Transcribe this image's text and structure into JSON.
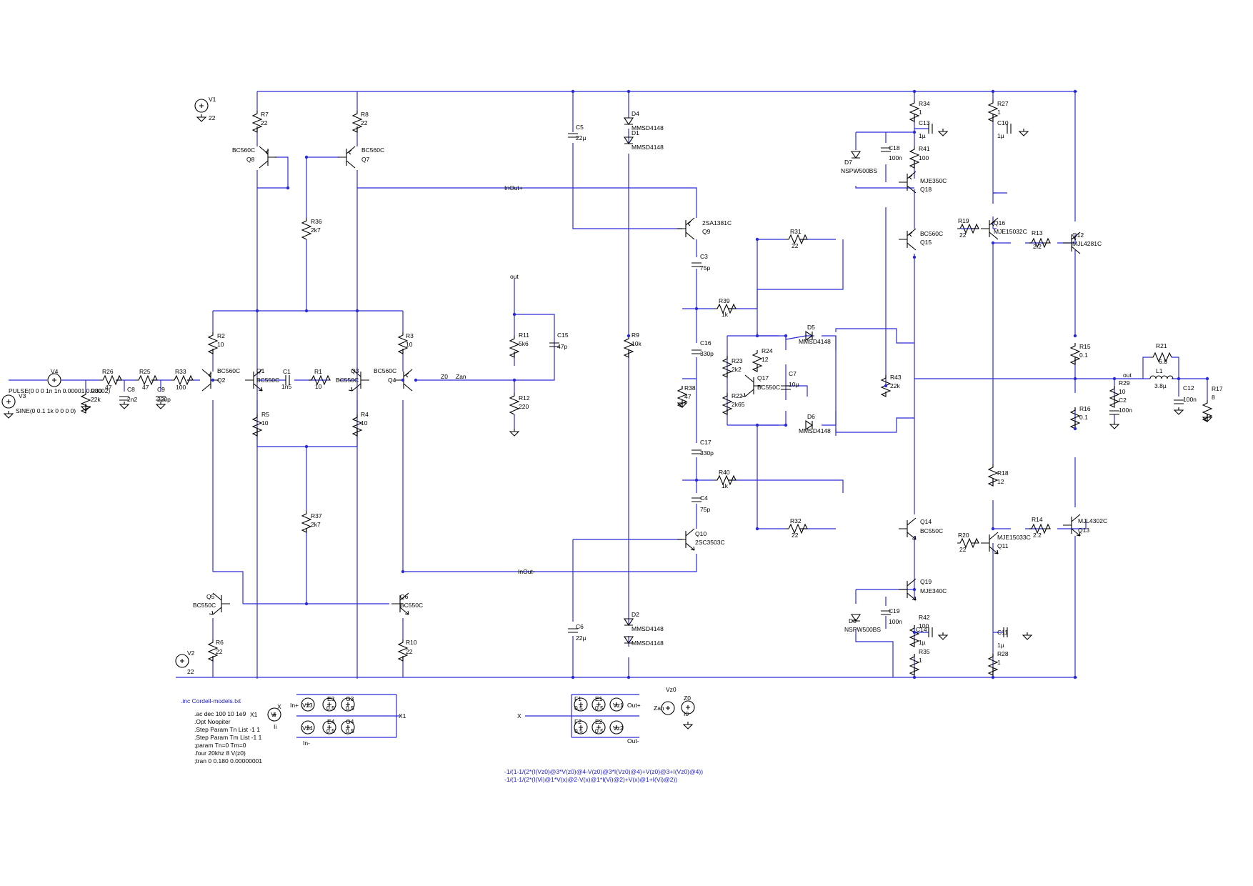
{
  "colors": {
    "wire": "#2b2bd6",
    "component": "#000000",
    "text": "#000000",
    "directive": "#1a1ad0"
  },
  "labels": [
    {
      "id": "V1",
      "t": "V1"
    },
    {
      "id": "V1v",
      "t": "22"
    },
    {
      "id": "V2",
      "t": "V2"
    },
    {
      "id": "V2v",
      "t": "22"
    },
    {
      "id": "V3",
      "t": "V3"
    },
    {
      "id": "V4",
      "t": "V4"
    },
    {
      "id": "pulse",
      "t": "PULSE(0 0 0 1n 1n 0.00001 0.00002)"
    },
    {
      "id": "sine",
      "t": "SINE(0 0.1 1k 0 0 0 0)"
    },
    {
      "id": "R26",
      "t": "R26"
    },
    {
      "id": "R26v",
      "t": "47"
    },
    {
      "id": "R30",
      "t": "R30"
    },
    {
      "id": "R30v",
      "t": "22k"
    },
    {
      "id": "C8",
      "t": "C8"
    },
    {
      "id": "C8v",
      "t": "2n2"
    },
    {
      "id": "R25",
      "t": "R25"
    },
    {
      "id": "R25v",
      "t": "47"
    },
    {
      "id": "C9",
      "t": "C9"
    },
    {
      "id": "C9v",
      "t": "220p"
    },
    {
      "id": "R33",
      "t": "R33"
    },
    {
      "id": "R33v",
      "t": "100"
    },
    {
      "id": "R7",
      "t": "R7"
    },
    {
      "id": "R7v",
      "t": "22"
    },
    {
      "id": "R8",
      "t": "R8"
    },
    {
      "id": "R8v",
      "t": "22"
    },
    {
      "id": "Q8m",
      "t": "BC560C"
    },
    {
      "id": "Q8",
      "t": "Q8"
    },
    {
      "id": "Q7m",
      "t": "BC560C"
    },
    {
      "id": "Q7",
      "t": "Q7"
    },
    {
      "id": "R36",
      "t": "R36"
    },
    {
      "id": "R36v",
      "t": "2k7"
    },
    {
      "id": "R2",
      "t": "R2"
    },
    {
      "id": "R2v",
      "t": "10"
    },
    {
      "id": "R3",
      "t": "R3"
    },
    {
      "id": "R3v",
      "t": "10"
    },
    {
      "id": "Q2m",
      "t": "BC560C"
    },
    {
      "id": "Q2",
      "t": "Q2"
    },
    {
      "id": "Q1",
      "t": "Q1"
    },
    {
      "id": "Q1m",
      "t": "BC550C"
    },
    {
      "id": "C1",
      "t": "C1"
    },
    {
      "id": "C1v",
      "t": "1n5"
    },
    {
      "id": "R1",
      "t": "R1"
    },
    {
      "id": "R1v",
      "t": "10"
    },
    {
      "id": "Q3",
      "t": "Q3"
    },
    {
      "id": "Q3m",
      "t": "BC550C"
    },
    {
      "id": "Q4m",
      "t": "BC560C"
    },
    {
      "id": "Q4",
      "t": "Q4"
    },
    {
      "id": "Z0",
      "t": "Z0"
    },
    {
      "id": "Zan",
      "t": "Zan"
    },
    {
      "id": "R5",
      "t": "R5"
    },
    {
      "id": "R5v",
      "t": "10"
    },
    {
      "id": "R4",
      "t": "R4"
    },
    {
      "id": "R4v",
      "t": "10"
    },
    {
      "id": "R37",
      "t": "R37"
    },
    {
      "id": "R37v",
      "t": "2k7"
    },
    {
      "id": "Q5",
      "t": "Q5"
    },
    {
      "id": "Q5m",
      "t": "BC550C"
    },
    {
      "id": "Q6",
      "t": "Q6"
    },
    {
      "id": "Q6m",
      "t": "BC550C"
    },
    {
      "id": "R6",
      "t": "R6"
    },
    {
      "id": "R6v",
      "t": "22"
    },
    {
      "id": "R10",
      "t": "R10"
    },
    {
      "id": "R10v",
      "t": "22"
    },
    {
      "id": "InOutp",
      "t": "InOut+"
    },
    {
      "id": "InOutm",
      "t": "InOut-"
    },
    {
      "id": "out1",
      "t": "out"
    },
    {
      "id": "R11",
      "t": "R11"
    },
    {
      "id": "R11v",
      "t": "5k6"
    },
    {
      "id": "C15",
      "t": "C15"
    },
    {
      "id": "C15v",
      "t": "47p"
    },
    {
      "id": "R12",
      "t": "R12"
    },
    {
      "id": "R12v",
      "t": "220"
    },
    {
      "id": "C5",
      "t": "C5"
    },
    {
      "id": "C5v",
      "t": "22µ"
    },
    {
      "id": "C6",
      "t": "C6"
    },
    {
      "id": "C6v",
      "t": "22µ"
    },
    {
      "id": "D4",
      "t": "D4"
    },
    {
      "id": "D4m",
      "t": "MMSD4148"
    },
    {
      "id": "D1",
      "t": "D1"
    },
    {
      "id": "D1m",
      "t": "MMSD4148"
    },
    {
      "id": "R9",
      "t": "R9"
    },
    {
      "id": "R9v",
      "t": "10k"
    },
    {
      "id": "D2",
      "t": "D2"
    },
    {
      "id": "D2m",
      "t": "MMSD4148"
    },
    {
      "id": "D3m",
      "t": "MMSD4148"
    },
    {
      "id": "Q9m",
      "t": "2SA1381C"
    },
    {
      "id": "Q9",
      "t": "Q9"
    },
    {
      "id": "Q10",
      "t": "Q10"
    },
    {
      "id": "Q10m",
      "t": "2SC3503C"
    },
    {
      "id": "C3",
      "t": "C3"
    },
    {
      "id": "C3v",
      "t": "75p"
    },
    {
      "id": "R39",
      "t": "R39"
    },
    {
      "id": "R39v",
      "t": "1k"
    },
    {
      "id": "C16",
      "t": "C16"
    },
    {
      "id": "C16v",
      "t": "330p"
    },
    {
      "id": "R38",
      "t": "R38"
    },
    {
      "id": "R38v",
      "t": "47"
    },
    {
      "id": "C17",
      "t": "C17"
    },
    {
      "id": "C17v",
      "t": "330p"
    },
    {
      "id": "R40",
      "t": "R40"
    },
    {
      "id": "R40v",
      "t": "1k"
    },
    {
      "id": "C4",
      "t": "C4"
    },
    {
      "id": "C4v",
      "t": "75p"
    },
    {
      "id": "R31",
      "t": "R31"
    },
    {
      "id": "R31v",
      "t": "22"
    },
    {
      "id": "R32",
      "t": "R32"
    },
    {
      "id": "R32v",
      "t": "22"
    },
    {
      "id": "R23",
      "t": "R23"
    },
    {
      "id": "R23v",
      "t": "2k2"
    },
    {
      "id": "R24",
      "t": "R24"
    },
    {
      "id": "R24v",
      "t": "12"
    },
    {
      "id": "Q17",
      "t": "Q17"
    },
    {
      "id": "Q17m",
      "t": "BC550C"
    },
    {
      "id": "R22",
      "t": "R22"
    },
    {
      "id": "R22v",
      "t": "2k65"
    },
    {
      "id": "C7",
      "t": "C7"
    },
    {
      "id": "C7v",
      "t": "10µ"
    },
    {
      "id": "D5",
      "t": "D5"
    },
    {
      "id": "D5m",
      "t": "MMSD4148"
    },
    {
      "id": "D6",
      "t": "D6"
    },
    {
      "id": "D6m",
      "t": "MMSD4148"
    },
    {
      "id": "R34",
      "t": "R34"
    },
    {
      "id": "R34v",
      "t": "1"
    },
    {
      "id": "C13",
      "t": "C13"
    },
    {
      "id": "C13v",
      "t": "1µ"
    },
    {
      "id": "C18",
      "t": "C18"
    },
    {
      "id": "C18v",
      "t": "100n"
    },
    {
      "id": "R41",
      "t": "R41"
    },
    {
      "id": "R41v",
      "t": "100"
    },
    {
      "id": "D7",
      "t": "D7"
    },
    {
      "id": "D7m",
      "t": "NSPW500BS"
    },
    {
      "id": "Q18m",
      "t": "MJE350C"
    },
    {
      "id": "Q18",
      "t": "Q18"
    },
    {
      "id": "Q15m",
      "t": "BC560C"
    },
    {
      "id": "Q15",
      "t": "Q15"
    },
    {
      "id": "R43",
      "t": "R43"
    },
    {
      "id": "R43v",
      "t": "22k"
    },
    {
      "id": "Q14",
      "t": "Q14"
    },
    {
      "id": "Q14m",
      "t": "BC550C"
    },
    {
      "id": "Q19",
      "t": "Q19"
    },
    {
      "id": "Q19m",
      "t": "MJE340C"
    },
    {
      "id": "D8",
      "t": "D8"
    },
    {
      "id": "D8m",
      "t": "NSPW500BS"
    },
    {
      "id": "C19",
      "t": "C19"
    },
    {
      "id": "C19v",
      "t": "100n"
    },
    {
      "id": "R42",
      "t": "R42"
    },
    {
      "id": "R42v",
      "t": "100"
    },
    {
      "id": "C14",
      "t": "C14"
    },
    {
      "id": "C14v",
      "t": "1µ"
    },
    {
      "id": "R35",
      "t": "R35"
    },
    {
      "id": "R35v",
      "t": "1"
    },
    {
      "id": "R27",
      "t": "R27"
    },
    {
      "id": "R27v",
      "t": "1"
    },
    {
      "id": "C10",
      "t": "C10"
    },
    {
      "id": "C10v",
      "t": "1µ"
    },
    {
      "id": "R19",
      "t": "R19"
    },
    {
      "id": "R19v",
      "t": "22"
    },
    {
      "id": "Q16",
      "t": "Q16"
    },
    {
      "id": "Q16m",
      "t": "MJE15032C"
    },
    {
      "id": "R13",
      "t": "R13"
    },
    {
      "id": "R13v",
      "t": "2.2"
    },
    {
      "id": "Q12",
      "t": "Q12"
    },
    {
      "id": "Q12m",
      "t": "MJL4281C"
    },
    {
      "id": "R15",
      "t": "R15"
    },
    {
      "id": "R15v",
      "t": "0.1"
    },
    {
      "id": "R16",
      "t": "R16"
    },
    {
      "id": "R16v",
      "t": "0.1"
    },
    {
      "id": "R21",
      "t": "R21"
    },
    {
      "id": "R21v",
      "t": "6.8"
    },
    {
      "id": "L1",
      "t": "L1"
    },
    {
      "id": "L1v",
      "t": "3.8µ"
    },
    {
      "id": "out2",
      "t": "out"
    },
    {
      "id": "R29",
      "t": "R29"
    },
    {
      "id": "R29v",
      "t": "10"
    },
    {
      "id": "C2",
      "t": "C2"
    },
    {
      "id": "C2v",
      "t": "100n"
    },
    {
      "id": "C12",
      "t": "C12"
    },
    {
      "id": "C12v",
      "t": "100n"
    },
    {
      "id": "R17",
      "t": "R17"
    },
    {
      "id": "R17v",
      "t": "8"
    },
    {
      "id": "R18",
      "t": "R18"
    },
    {
      "id": "R18v",
      "t": "12"
    },
    {
      "id": "R20",
      "t": "R20"
    },
    {
      "id": "R20v",
      "t": "22"
    },
    {
      "id": "Q11m",
      "t": "MJE15033C"
    },
    {
      "id": "Q11",
      "t": "Q11"
    },
    {
      "id": "R14",
      "t": "R14"
    },
    {
      "id": "R14v",
      "t": "2.2"
    },
    {
      "id": "Q13m",
      "t": "MJL4302C"
    },
    {
      "id": "Q13",
      "t": "Q13"
    },
    {
      "id": "C11",
      "t": "C11"
    },
    {
      "id": "C11v",
      "t": "1µ"
    },
    {
      "id": "R28",
      "t": "R28"
    },
    {
      "id": "R28v",
      "t": "1"
    },
    {
      "id": "Inp",
      "t": "In+"
    },
    {
      "id": "Vz3",
      "t": "Vz3"
    },
    {
      "id": "E3",
      "t": "E3"
    },
    {
      "id": "E3v",
      "t": "0.5"
    },
    {
      "id": "G3",
      "t": "G3"
    },
    {
      "id": "G3v",
      "t": "0.5"
    },
    {
      "id": "Vz4",
      "t": "Vz4"
    },
    {
      "id": "E4",
      "t": "E4"
    },
    {
      "id": "E4v",
      "t": "0.5"
    },
    {
      "id": "G4",
      "t": "G4"
    },
    {
      "id": "G4v",
      "t": "0.5"
    },
    {
      "id": "Inm",
      "t": "In-"
    },
    {
      "id": "X1a",
      "t": "X1"
    },
    {
      "id": "Xa",
      "t": "X"
    },
    {
      "id": "Vi",
      "t": "Vi"
    },
    {
      "id": "Ii",
      "t": "Ii"
    },
    {
      "id": "X1b",
      "t": "X1"
    },
    {
      "id": "Xb",
      "t": "X"
    },
    {
      "id": "F1",
      "t": "F1"
    },
    {
      "id": "F1v",
      "t": "0.5"
    },
    {
      "id": "E1",
      "t": "E1"
    },
    {
      "id": "E1v",
      "t": "0.5"
    },
    {
      "id": "Vz1",
      "t": "Vz1"
    },
    {
      "id": "Outp",
      "t": "Out+"
    },
    {
      "id": "F2",
      "t": "F2"
    },
    {
      "id": "F2v",
      "t": "0.5"
    },
    {
      "id": "E2",
      "t": "E2"
    },
    {
      "id": "E2v",
      "t": "0.5"
    },
    {
      "id": "Vz2",
      "t": "Vz2"
    },
    {
      "id": "Outm",
      "t": "Out-"
    },
    {
      "id": "Vz0",
      "t": "Vz0"
    },
    {
      "id": "Z0b",
      "t": "Z0"
    },
    {
      "id": "Zanb",
      "t": "Zan"
    },
    {
      "id": "I0",
      "t": "I0"
    }
  ],
  "directives": {
    "include": ".inc Cordell-models.txt",
    "lines": [
      ".ac dec 100 10 1e9",
      ".Opt Noopiter",
      ".Step Param Tn List -1 1",
      ".Step Param Tm List -1 1",
      ";param Tn=0 Tm=0",
      ".four 20khz 8 V(z0)",
      ";tran 0 0.180 0.00000001"
    ],
    "formula1": "-1/(1-1/(2*(I(Vz0)@3*V(z0)@4-V(z0)@3*I(Vz0)@4)+V(z0)@3+I(Vz0)@4))",
    "formula2": "-1/(1-1/(2*(I(Vi)@1*V(x)@2-V(x)@1*I(Vi)@2)+V(x)@1+I(Vi)@2))"
  }
}
